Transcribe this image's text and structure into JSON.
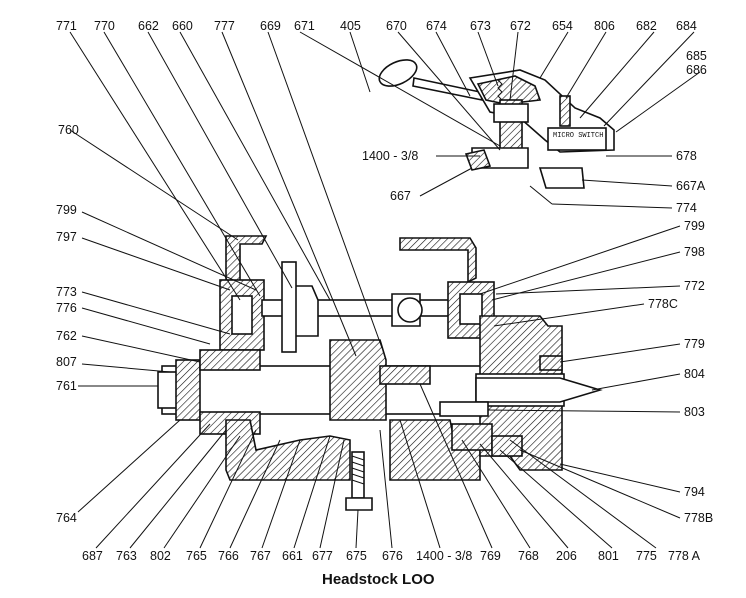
{
  "caption": "Headstock LOO",
  "inset_label": "MICRO SWITCH",
  "callouts": {
    "c771": "771",
    "c770": "770",
    "c662": "662",
    "c660": "660",
    "c777": "777",
    "c669": "669",
    "c671": "671",
    "c405": "405",
    "c670": "670",
    "c674": "674",
    "c673": "673",
    "c672": "672",
    "c654": "654",
    "c806": "806",
    "c682": "682",
    "c684": "684",
    "c685": "685",
    "c686": "686",
    "c760": "760",
    "c1400a": "1400 - 3/8",
    "c678": "678",
    "c667": "667",
    "c667A": "667A",
    "c774": "774",
    "c799a": "799",
    "c797": "797",
    "c799b": "799",
    "c798": "798",
    "c773": "773",
    "c772": "772",
    "c776": "776",
    "c778C": "778C",
    "c762": "762",
    "c779": "779",
    "c807": "807",
    "c804": "804",
    "c761": "761",
    "c803": "803",
    "c794": "794",
    "c764": "764",
    "c778B": "778B",
    "c687": "687",
    "c763": "763",
    "c802": "802",
    "c765": "765",
    "c766": "766",
    "c767": "767",
    "c661": "661",
    "c677": "677",
    "c675": "675",
    "c676": "676",
    "c1400b": "1400 - 3/8",
    "c769": "769",
    "c768": "768",
    "c206": "206",
    "c801": "801",
    "c775": "775",
    "c778A": "778 A"
  }
}
